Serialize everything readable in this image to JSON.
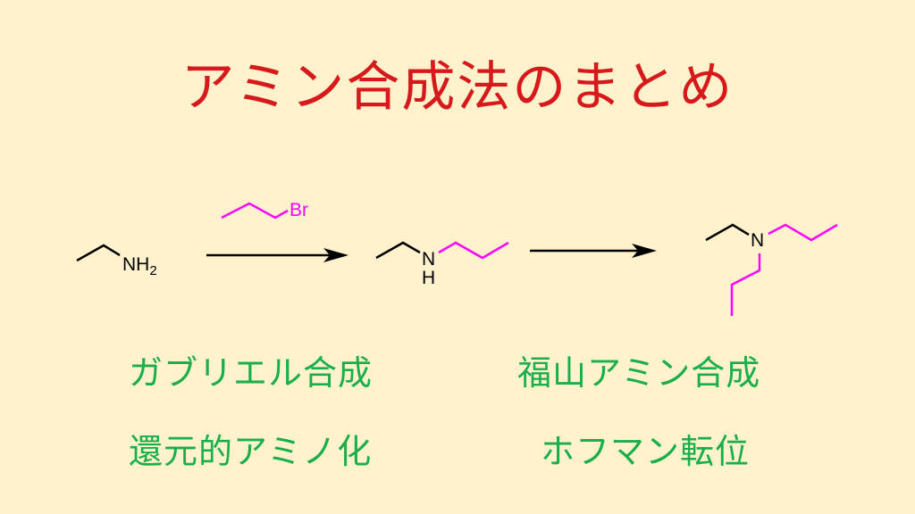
{
  "title": "アミン合成法のまとめ",
  "colors": {
    "background": "#FFF2CC",
    "title": "#D7191C",
    "labels": "#1AAF4B",
    "reagent_bonds": "#FF00FF",
    "bonds": "#000000"
  },
  "scheme": {
    "starting_material": {
      "name": "ethylamine",
      "atom_label": "NH",
      "subscript": "2"
    },
    "reagent": {
      "name": "1-bromopropane",
      "atom_label": "Br"
    },
    "intermediate": {
      "name": "N-propylethylamine",
      "atom_label_n": "N",
      "atom_label_h": "H"
    },
    "product": {
      "name": "N-ethyl-N,N-dipropylamine",
      "atom_label": "N"
    },
    "arrows": [
      "arrow-1",
      "arrow-2"
    ]
  },
  "methods": [
    {
      "label": "ガブリエル合成"
    },
    {
      "label": "福山アミン合成"
    },
    {
      "label": "還元的アミノ化"
    },
    {
      "label": "ホフマン転位"
    }
  ]
}
